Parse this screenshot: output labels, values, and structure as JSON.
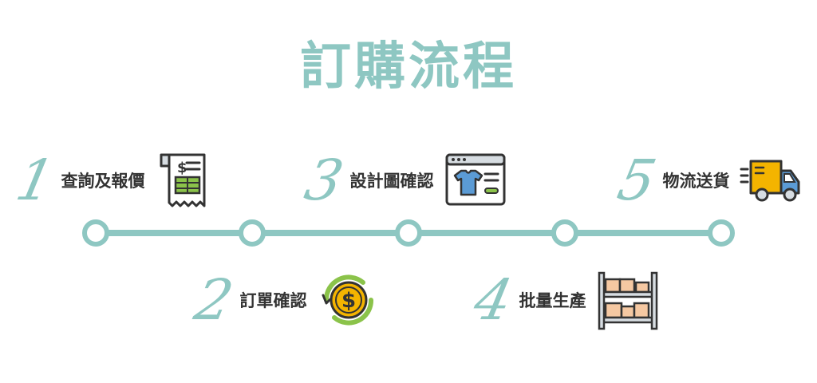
{
  "title": "訂購流程",
  "colors": {
    "accent": "#8ec7c2",
    "text": "#333333",
    "outline": "#333333",
    "green": "#8bc34a",
    "gold": "#f4b400",
    "peach": "#f5c8a2",
    "gray": "#d7dde2",
    "blue": "#5b9bd5"
  },
  "steps": [
    {
      "number": "1",
      "label": "查詢及報價",
      "icon": "receipt-icon"
    },
    {
      "number": "2",
      "label": "訂單確認",
      "icon": "dollar-coin-icon"
    },
    {
      "number": "3",
      "label": "設計圖確認",
      "icon": "tshirt-design-icon"
    },
    {
      "number": "4",
      "label": "批量生產",
      "icon": "warehouse-shelf-icon"
    },
    {
      "number": "5",
      "label": "物流送貨",
      "icon": "delivery-truck-icon"
    }
  ]
}
